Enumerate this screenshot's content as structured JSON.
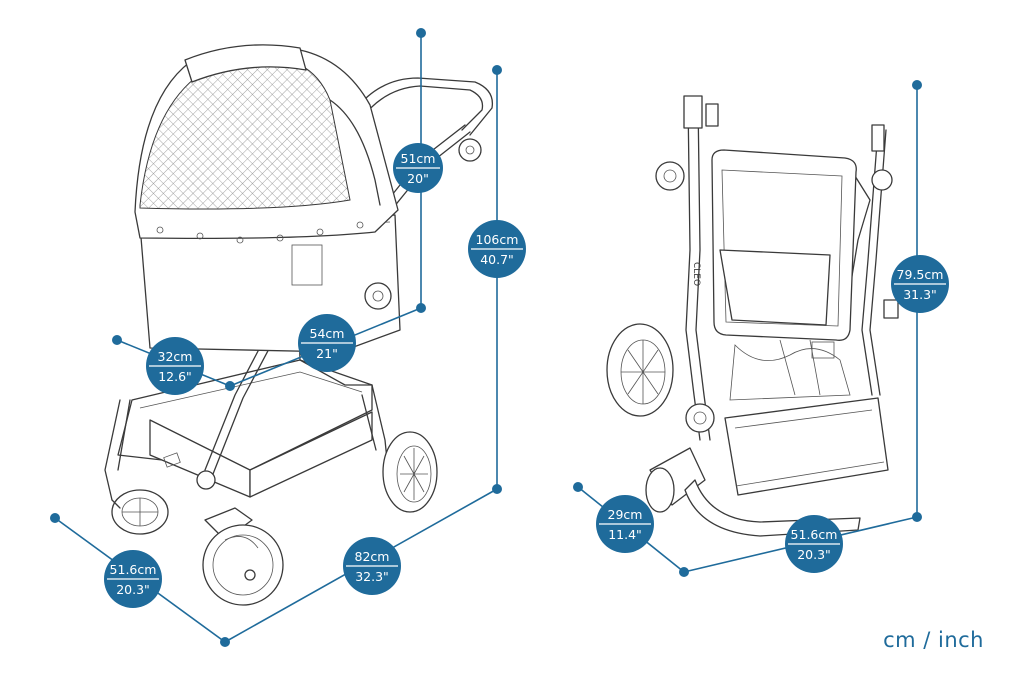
{
  "units_label": "cm / inch",
  "colors": {
    "accent": "#1f6b9b",
    "line": "#3a3a3a"
  },
  "views": {
    "open": {
      "dimensions": [
        {
          "id": "handle-height",
          "metric": "51cm",
          "imperial": "20\""
        },
        {
          "id": "total-height",
          "metric": "106cm",
          "imperial": "40.7\""
        },
        {
          "id": "seat-width",
          "metric": "54cm",
          "imperial": "21\""
        },
        {
          "id": "carrier-width",
          "metric": "32cm",
          "imperial": "12.6\""
        },
        {
          "id": "width",
          "metric": "51.6cm",
          "imperial": "20.3\""
        },
        {
          "id": "length",
          "metric": "82cm",
          "imperial": "32.3\""
        }
      ]
    },
    "folded": {
      "brand_mark": "CLEO",
      "dimensions": [
        {
          "id": "folded-height",
          "metric": "79.5cm",
          "imperial": "31.3\""
        },
        {
          "id": "folded-depth",
          "metric": "29cm",
          "imperial": "11.4\""
        },
        {
          "id": "folded-width",
          "metric": "51.6cm",
          "imperial": "20.3\""
        }
      ]
    }
  }
}
